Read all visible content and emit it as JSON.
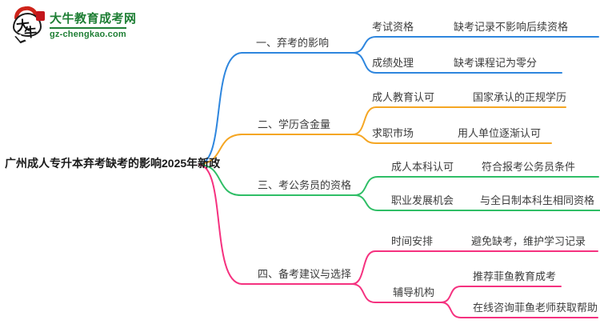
{
  "header": {
    "site_name": "大牛教育成考网",
    "site_domain": "gz-chengkao.com",
    "logo_char1": "大",
    "logo_char2": "牛",
    "brand_color": "#1e7e34",
    "logo_red": "#ce241a"
  },
  "mindmap": {
    "root": {
      "label": "广州成人专升本弃考缺考的影响2025年新政"
    },
    "branches": [
      {
        "label": "一、弃考的影响",
        "color": "#2e86de",
        "children": [
          {
            "label": "考试资格",
            "leaves": [
              "缺考记录不影响后续资格"
            ]
          },
          {
            "label": "成绩处理",
            "leaves": [
              "缺考课程记为零分"
            ]
          }
        ]
      },
      {
        "label": "二、学历含金量",
        "color": "#f5a623",
        "children": [
          {
            "label": "成人教育认可",
            "leaves": [
              "国家承认的正规学历"
            ]
          },
          {
            "label": "求职市场",
            "leaves": [
              "用人单位逐渐认可"
            ]
          }
        ]
      },
      {
        "label": "三、考公务员的资格",
        "color": "#2fbe66",
        "children": [
          {
            "label": "成人本科认可",
            "leaves": [
              "符合报考公务员条件"
            ]
          },
          {
            "label": "职业发展机会",
            "leaves": [
              "与全日制本科生相同资格"
            ]
          }
        ]
      },
      {
        "label": "四、备考建议与选择",
        "color": "#f5317f",
        "children": [
          {
            "label": "时间安排",
            "leaves": [
              "避免缺考，维护学习记录"
            ]
          },
          {
            "label": "辅导机构",
            "leaves": [
              "推荐菲鱼教育成考",
              "在线咨询菲鱼老师获取帮助"
            ]
          }
        ]
      }
    ]
  }
}
